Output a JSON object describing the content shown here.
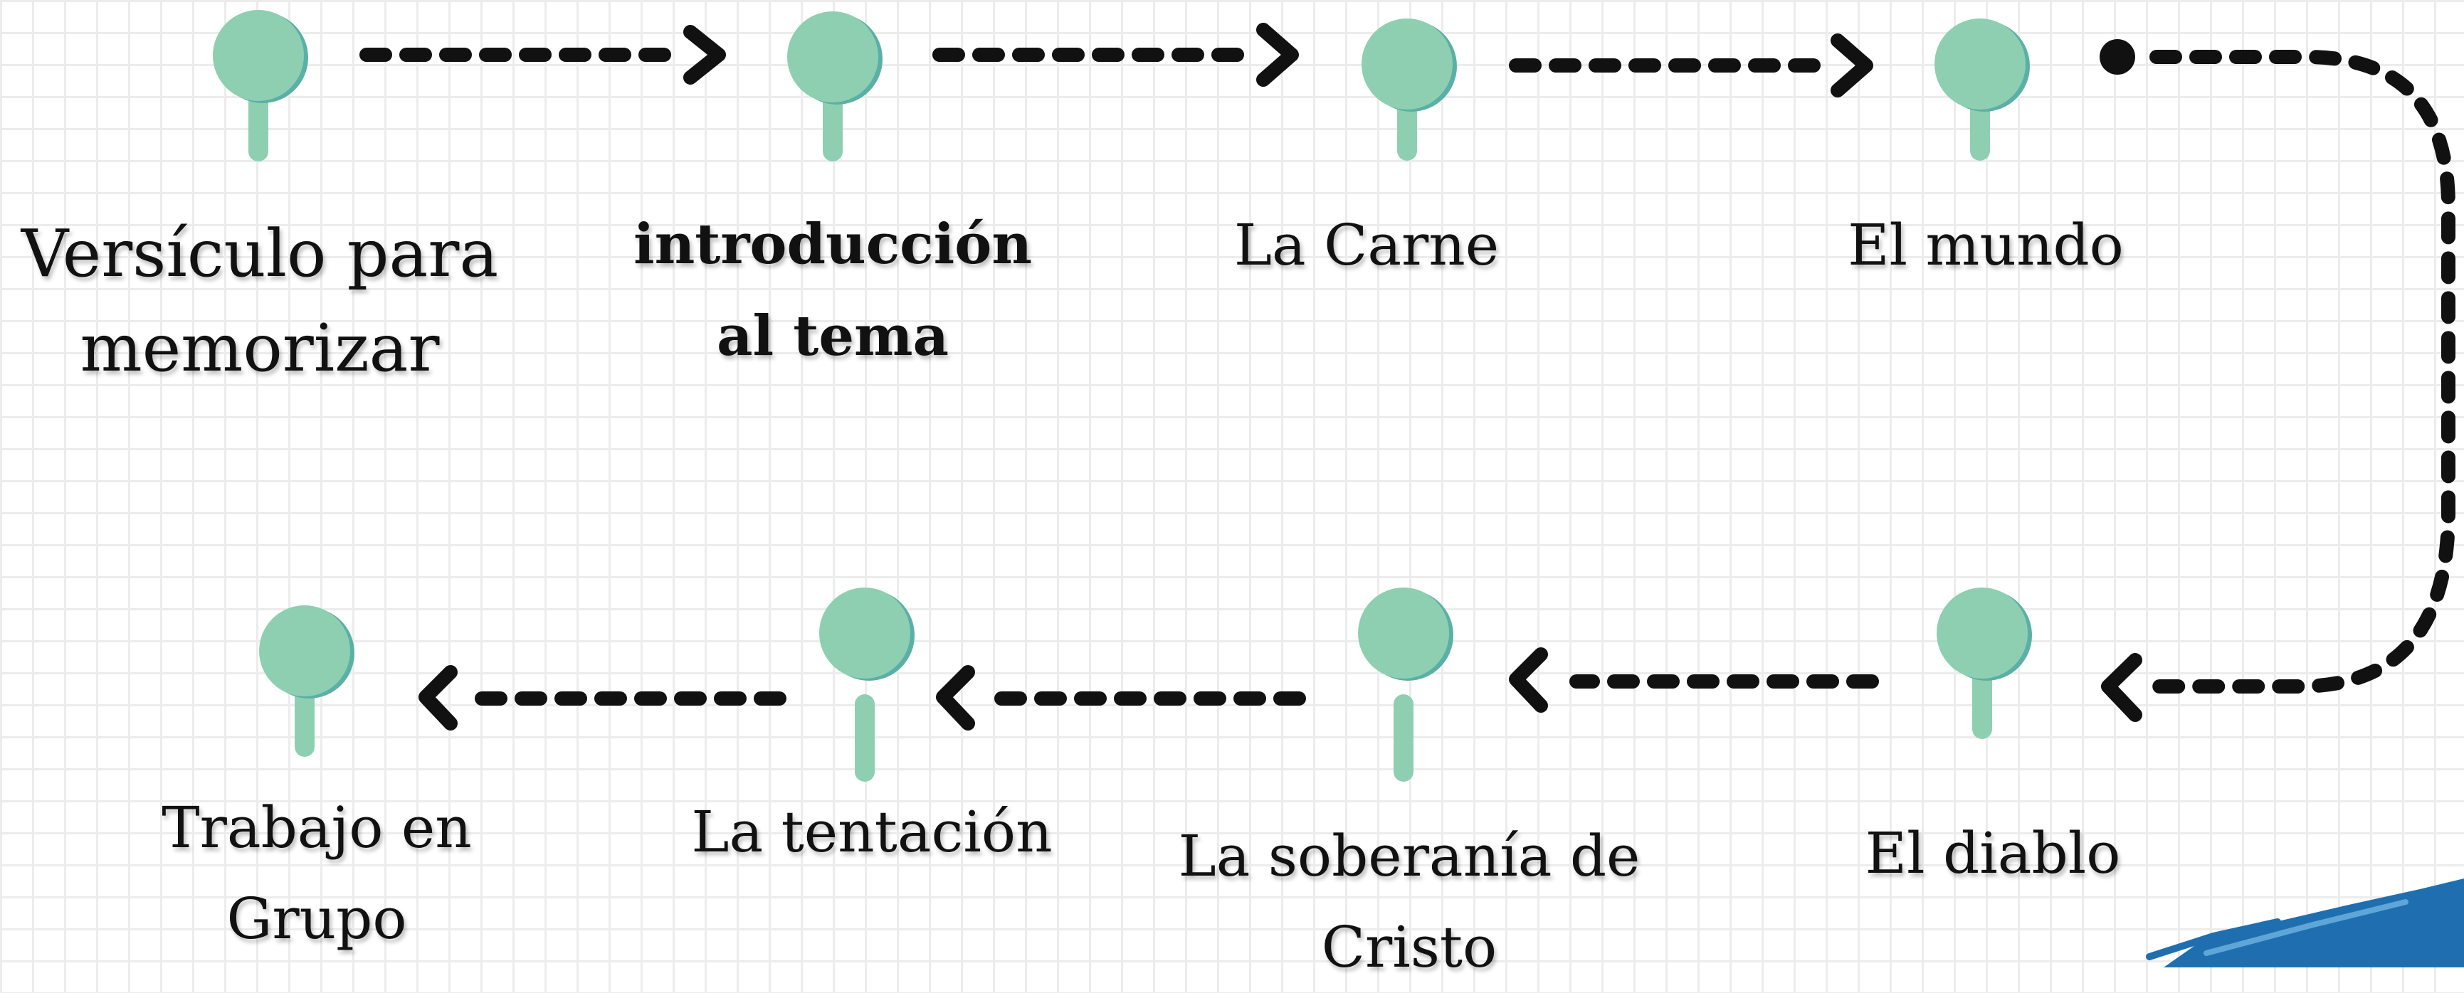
{
  "steps": [
    {
      "label": "Versículo para memorizar"
    },
    {
      "label": "introducción al tema"
    },
    {
      "label": "La Carne"
    },
    {
      "label": "El mundo"
    },
    {
      "label": "El diablo"
    },
    {
      "label": "La soberanía de Cristo"
    },
    {
      "label": "La tentación"
    },
    {
      "label": "Trabajo en Grupo"
    }
  ],
  "colors": {
    "pin": "#8ecfb2",
    "pin_shadow": "#5ab0a6",
    "connector": "#111111",
    "grid": "#ececec",
    "brush_accent": "#1f6fb0"
  },
  "icons": {
    "marker": "map-pin-icon",
    "arrow": "chevron-arrow-icon"
  }
}
